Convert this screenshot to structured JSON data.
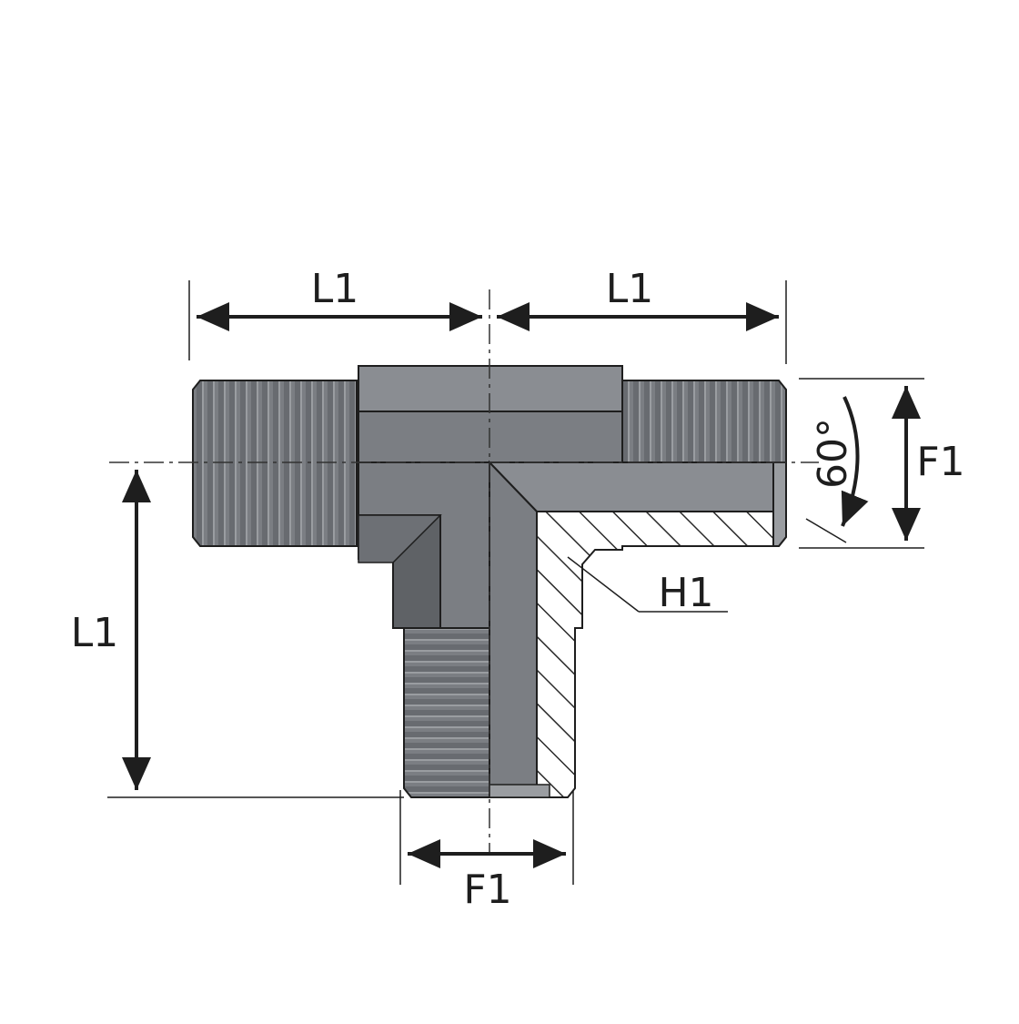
{
  "labels": {
    "l1_top_left": "L1",
    "l1_top_right": "L1",
    "l1_left": "L1",
    "f1_right": "F1",
    "f1_bottom": "F1",
    "h1": "H1",
    "angle": "60°"
  },
  "colors": {
    "body_fill": "#7b7e83",
    "body_light": "#8a8d92",
    "body_dark": "#5f6266",
    "thread_dark": "#66696d",
    "thread_light": "#9a9da1",
    "section_fill": "#ffffff",
    "hatch": "#2a2a2a",
    "line": "#1e1e1e",
    "centerline": "#333333"
  }
}
